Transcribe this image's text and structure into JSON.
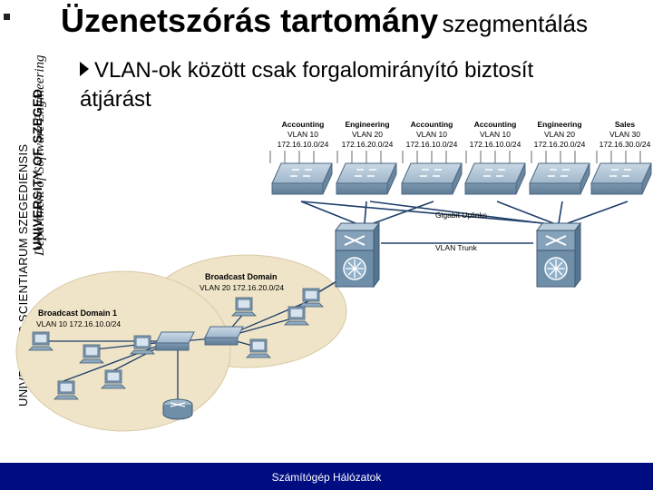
{
  "sidebar": {
    "line1": "UNIVERSITAS SCIENTIARUM SZEGEDIENSIS",
    "line2": "UNIVERSITY OF SZEGED",
    "line3": "Department of Software Engineering"
  },
  "slide": {
    "title_main": "Üzenetszórás tartomány",
    "title_sub": "szegmentálás",
    "bullet": "VLAN-ok között csak forgalomirányító biztosít átjárást"
  },
  "diagram": {
    "switches": [
      {
        "dept": "Accounting",
        "vlan": "VLAN 10",
        "subnet": "172.16.10.0/24"
      },
      {
        "dept": "Engineering",
        "vlan": "VLAN 20",
        "subnet": "172.16.20.0/24"
      },
      {
        "dept": "Accounting",
        "vlan": "VLAN 10",
        "subnet": "172.16.10.0/24"
      },
      {
        "dept": "Accounting",
        "vlan": "VLAN 10",
        "subnet": "172.16.10.0/24"
      },
      {
        "dept": "Engineering",
        "vlan": "VLAN 20",
        "subnet": "172.16.20.0/24"
      },
      {
        "dept": "Sales",
        "vlan": "VLAN 30",
        "subnet": "172.16.30.0/24"
      }
    ],
    "uplinks_label": "Gigabit Uplinks",
    "trunk_label": "VLAN Trunk",
    "domain2_title": "Broadcast Domain",
    "domain2_sub": "VLAN 20 172.16.20.0/24",
    "domain1_title": "Broadcast Domain 1",
    "domain1_sub": "VLAN 10 172.16.10.0/24"
  },
  "footer": {
    "text": "Számítógép Hálózatok"
  },
  "colors": {
    "footer_bg": "#000d80",
    "domain_fill": "#efe4c8",
    "device_blue": "#8fa9bf"
  }
}
